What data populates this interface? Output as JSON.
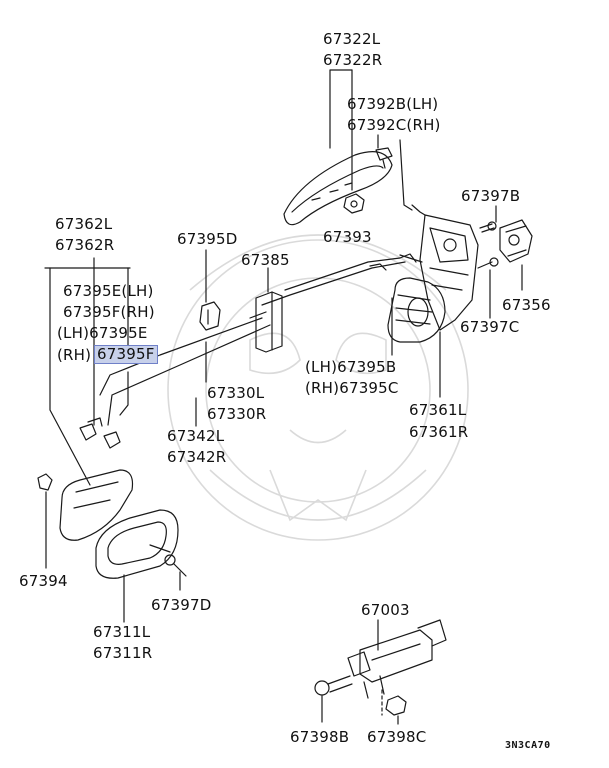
{
  "labels": {
    "p67322L": "67322L",
    "p67322R": "67322R",
    "p67392B": "67392B(LH)",
    "p67392C": "67392C(RH)",
    "p67397B": "67397B",
    "p67393": "67393",
    "p67362L": "67362L",
    "p67362R": "67362R",
    "p67395D": "67395D",
    "p67385": "67385",
    "p67356": "67356",
    "p67395E_LH": "67395E(LH)",
    "p67395F_RH": "67395F(RH)",
    "p67395E_lh_prefix": "(LH)67395E",
    "rh_prefix": "(RH)",
    "p67395F_highlight": "67395F",
    "p67397C": "67397C",
    "p67395B": "(LH)67395B",
    "p67395C": "(RH)67395C",
    "p67330L": "67330L",
    "p67330R": "67330R",
    "p67361L": "67361L",
    "p67361R": "67361R",
    "p67342L": "67342L",
    "p67342R": "67342R",
    "p67394": "67394",
    "p67397D": "67397D",
    "p67311L": "67311L",
    "p67311R": "67311R",
    "p67003": "67003",
    "p67398B": "67398B",
    "p67398C": "67398C"
  },
  "diagram_code": "3N3CA70",
  "colors": {
    "line": "#1a1a1a",
    "highlight_fill": "#c7d0ea",
    "highlight_border": "#6f80c8",
    "watermark": "#d9d9d9"
  }
}
